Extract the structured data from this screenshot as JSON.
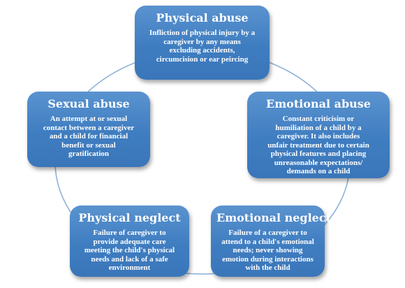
{
  "diagram": {
    "colors": {
      "card": "#3f7dc1",
      "card_text": "#ffffff",
      "ring": "#8fb1d8"
    },
    "nodes": [
      {
        "id": "physical-abuse",
        "title": "Physical abuse",
        "lines": [
          "Infliction of physical injury by a",
          "caregiver by any means",
          "excluding accidents,",
          "circumcision or ear peircing"
        ]
      },
      {
        "id": "emotional-abuse",
        "title": "Emotional abuse",
        "lines": [
          "Constant criticisim or",
          "humiliation of a child by a",
          "caregiver. It also includes",
          "unfair treatment due to certain",
          "physical features and placing",
          "unreasonable expectations/",
          "demands on a child"
        ]
      },
      {
        "id": "emotional-neglect",
        "title": "Emotional neglect",
        "lines": [
          "Failure of a caregiver to",
          "attend to a child's emotional",
          "needs; never showing",
          "emotion during interactions",
          "with the child"
        ]
      },
      {
        "id": "physical-neglect",
        "title": "Physical neglect",
        "lines": [
          "Failure of caregiver to",
          "provide adequate care",
          "meeting the child's  physical",
          "needs and lack of a safe",
          "environment"
        ]
      },
      {
        "id": "sexual-abuse",
        "title": "Sexual abuse",
        "lines": [
          "An attempt at or sexual",
          "contact between a caregiver",
          "and a child for financial",
          "benefit or sexual",
          "gratification"
        ]
      }
    ]
  }
}
